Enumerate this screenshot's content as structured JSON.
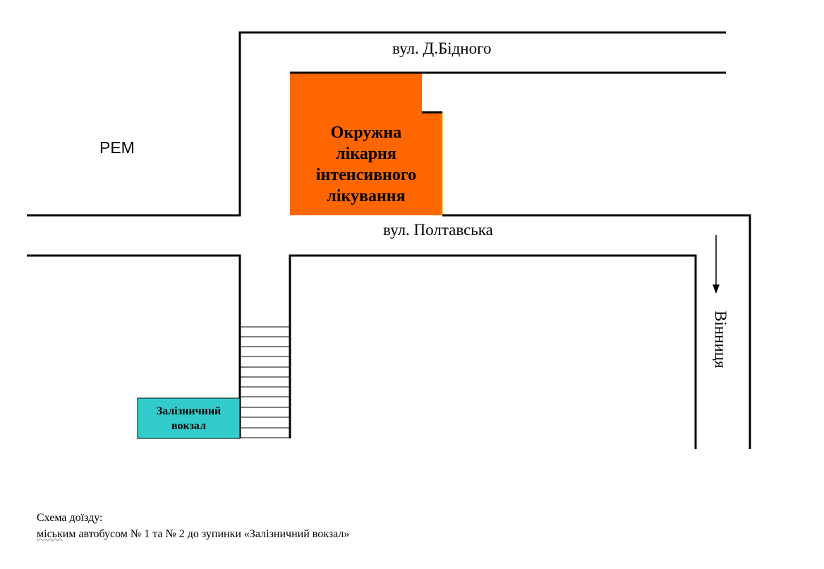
{
  "streets": {
    "bidnogo": "вул. Д.Бідного",
    "poltavska": "вул. Полтавська"
  },
  "areas": {
    "rem": "РЕМ"
  },
  "buildings": {
    "hospital": {
      "line1": "Окружна",
      "line2": "лікарня",
      "line3": "інтенсивного",
      "line4": "лікування",
      "color": "#ff6600"
    },
    "station": {
      "line1": "Залізничний",
      "line2": "вокзал",
      "color": "#33cccc"
    }
  },
  "direction": {
    "label": "Вінниця"
  },
  "caption": {
    "line1": "Схема доїзду:",
    "line2_prefix": "міськ",
    "line2_rest": "им автобусом № 1 та № 2 до зупинки «Залізничний вокзал»"
  }
}
